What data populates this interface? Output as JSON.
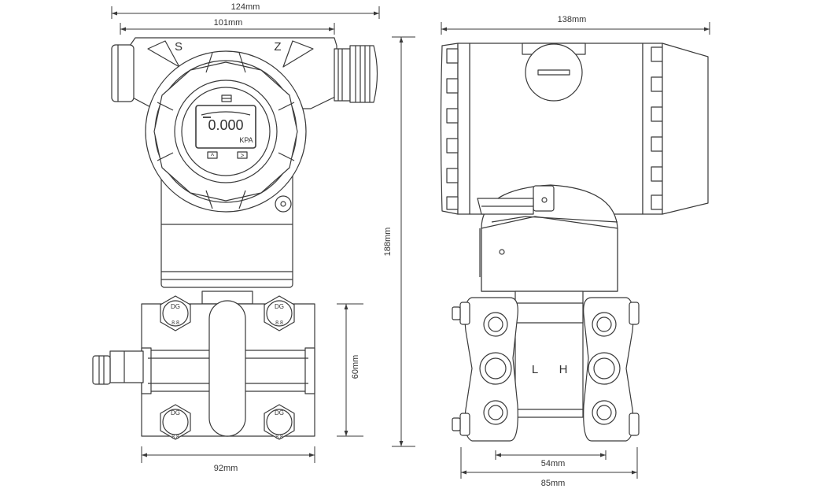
{
  "front_view": {
    "dims": {
      "overall_width": "124mm",
      "housing_width": "101mm",
      "flange_width": "92mm",
      "flange_height": "60mm",
      "total_height": "188mm"
    },
    "cap_marks": {
      "left": "S",
      "right": "Z"
    },
    "display": {
      "reading": "0.000",
      "unit": "KPA",
      "btn_left": "^",
      "btn_right": ">"
    },
    "bolt_labels": {
      "top": "DG",
      "bottom": "8.8"
    }
  },
  "side_view": {
    "dims": {
      "overall_width": "138mm",
      "port_spacing": "54mm",
      "flange_width": "85mm"
    },
    "port_labels": {
      "low": "L",
      "high": "H"
    }
  }
}
